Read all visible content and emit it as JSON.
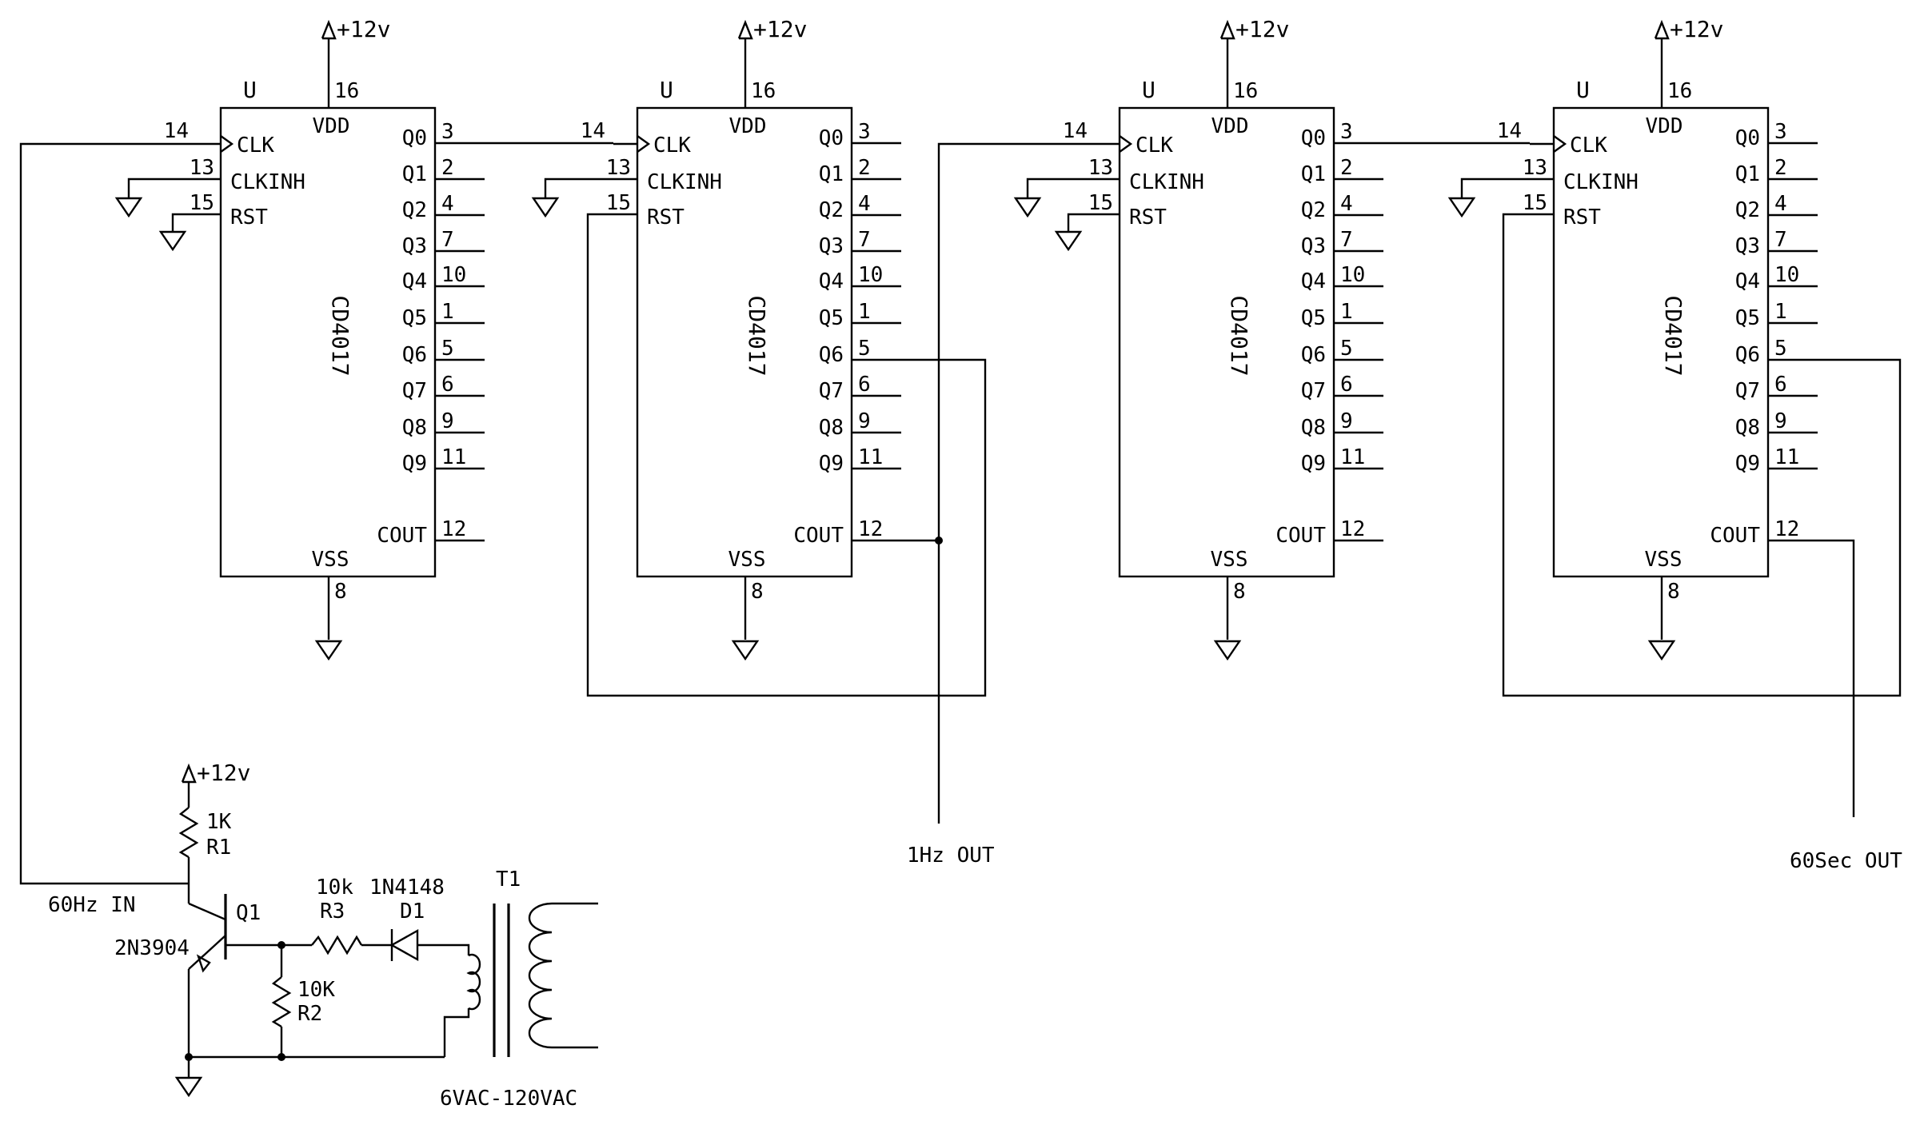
{
  "chips": [
    {
      "ref": "U",
      "part": "CD4017",
      "pins": {
        "vdd_label": "VDD",
        "vss_label": "VSS",
        "vdd_num": "16",
        "vss_num": "8",
        "clk": "CLK",
        "clk_num": "14",
        "clkinh": "CLKINH",
        "clkinh_num": "13",
        "rst": "RST",
        "rst_num": "15",
        "cout": "COUT",
        "cout_num": "12"
      },
      "outputs": [
        {
          "label": "Q0",
          "num": "3"
        },
        {
          "label": "Q1",
          "num": "2"
        },
        {
          "label": "Q2",
          "num": "4"
        },
        {
          "label": "Q3",
          "num": "7"
        },
        {
          "label": "Q4",
          "num": "10"
        },
        {
          "label": "Q5",
          "num": "1"
        },
        {
          "label": "Q6",
          "num": "5"
        },
        {
          "label": "Q7",
          "num": "6"
        },
        {
          "label": "Q8",
          "num": "9"
        },
        {
          "label": "Q9",
          "num": "11"
        }
      ]
    },
    {
      "ref": "U",
      "part": "CD4017",
      "pins": {
        "vdd_label": "VDD",
        "vss_label": "VSS",
        "vdd_num": "16",
        "vss_num": "8",
        "clk": "CLK",
        "clk_num": "14",
        "clkinh": "CLKINH",
        "clkinh_num": "13",
        "rst": "RST",
        "rst_num": "15",
        "cout": "COUT",
        "cout_num": "12"
      },
      "outputs": [
        {
          "label": "Q0",
          "num": "3"
        },
        {
          "label": "Q1",
          "num": "2"
        },
        {
          "label": "Q2",
          "num": "4"
        },
        {
          "label": "Q3",
          "num": "7"
        },
        {
          "label": "Q4",
          "num": "10"
        },
        {
          "label": "Q5",
          "num": "1"
        },
        {
          "label": "Q6",
          "num": "5"
        },
        {
          "label": "Q7",
          "num": "6"
        },
        {
          "label": "Q8",
          "num": "9"
        },
        {
          "label": "Q9",
          "num": "11"
        }
      ]
    },
    {
      "ref": "U",
      "part": "CD4017",
      "pins": {
        "vdd_label": "VDD",
        "vss_label": "VSS",
        "vdd_num": "16",
        "vss_num": "8",
        "clk": "CLK",
        "clk_num": "14",
        "clkinh": "CLKINH",
        "clkinh_num": "13",
        "rst": "RST",
        "rst_num": "15",
        "cout": "COUT",
        "cout_num": "12"
      },
      "outputs": [
        {
          "label": "Q0",
          "num": "3"
        },
        {
          "label": "Q1",
          "num": "2"
        },
        {
          "label": "Q2",
          "num": "4"
        },
        {
          "label": "Q3",
          "num": "7"
        },
        {
          "label": "Q4",
          "num": "10"
        },
        {
          "label": "Q5",
          "num": "1"
        },
        {
          "label": "Q6",
          "num": "5"
        },
        {
          "label": "Q7",
          "num": "6"
        },
        {
          "label": "Q8",
          "num": "9"
        },
        {
          "label": "Q9",
          "num": "11"
        }
      ]
    },
    {
      "ref": "U",
      "part": "CD4017",
      "pins": {
        "vdd_label": "VDD",
        "vss_label": "VSS",
        "vdd_num": "16",
        "vss_num": "8",
        "clk": "CLK",
        "clk_num": "14",
        "clkinh": "CLKINH",
        "clkinh_num": "13",
        "rst": "RST",
        "rst_num": "15",
        "cout": "COUT",
        "cout_num": "12"
      },
      "outputs": [
        {
          "label": "Q0",
          "num": "3"
        },
        {
          "label": "Q1",
          "num": "2"
        },
        {
          "label": "Q2",
          "num": "4"
        },
        {
          "label": "Q3",
          "num": "7"
        },
        {
          "label": "Q4",
          "num": "10"
        },
        {
          "label": "Q5",
          "num": "1"
        },
        {
          "label": "Q6",
          "num": "5"
        },
        {
          "label": "Q7",
          "num": "6"
        },
        {
          "label": "Q8",
          "num": "9"
        },
        {
          "label": "Q9",
          "num": "11"
        }
      ]
    }
  ],
  "supply_label": "+12v",
  "signals": {
    "input": "60Hz IN",
    "out_1hz": "1Hz OUT",
    "out_60s": "60Sec OUT"
  },
  "components": {
    "r1": {
      "value": "1K",
      "ref": "R1"
    },
    "r2": {
      "value": "10K",
      "ref": "R2"
    },
    "r3": {
      "value": "10k",
      "ref": "R3"
    },
    "d1": {
      "value": "1N4148",
      "ref": "D1"
    },
    "q1": {
      "ref": "Q1",
      "part": "2N3904"
    },
    "t1": {
      "ref": "T1",
      "rating": "6VAC-120VAC"
    }
  },
  "colors": {
    "ink": "#000000",
    "paper": "#ffffff"
  },
  "icons": [
    "ground-icon",
    "supply-arrow-icon",
    "clock-triangle-icon"
  ]
}
